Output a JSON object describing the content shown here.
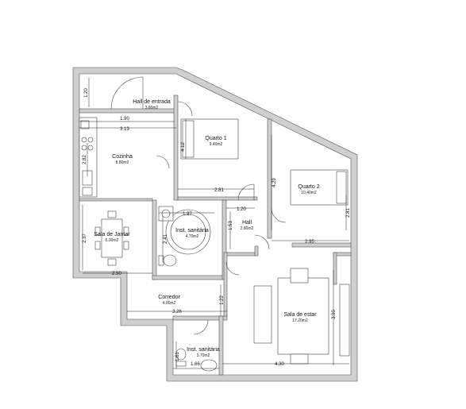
{
  "rooms": [
    {
      "name": "Hall de entrada",
      "area": "3.80m2"
    },
    {
      "name": "Quarto 1",
      "area": "9.40m2"
    },
    {
      "name": "Cozinha",
      "area": "8.80m2"
    },
    {
      "name": "Quarto 2",
      "area": "10.40m2"
    },
    {
      "name": "Inst. sanitária",
      "area": "4.70m2"
    },
    {
      "name": "Hall",
      "area": "2.80m2"
    },
    {
      "name": "Sala de Jantar",
      "area": "6.00m2"
    },
    {
      "name": "Corredor",
      "area": "4.00m2"
    },
    {
      "name": "Sala de estar",
      "area": "17.20m2"
    },
    {
      "name": "Inst. sanitária",
      "area": "3.70m2"
    }
  ],
  "dimensions": {
    "d_120_top": "1.20",
    "d_190": "1.90",
    "d_313": "3.13",
    "d_412": "4.12",
    "d_282": "2.82",
    "d_281": "2.81",
    "d_429": "4.29",
    "d_197": "1.97",
    "d_120_hall": "1.20",
    "d_153": "1.53",
    "d_241": "2.41",
    "d_281_q2": "2.81",
    "d_295": "2.95",
    "d_237": "2.37",
    "d_250": "2.50",
    "d_122": "1.22",
    "d_326": "3.26",
    "d_390": "3.90",
    "d_161": "1.61",
    "d_166": "1.66",
    "d_430": "4.30"
  }
}
